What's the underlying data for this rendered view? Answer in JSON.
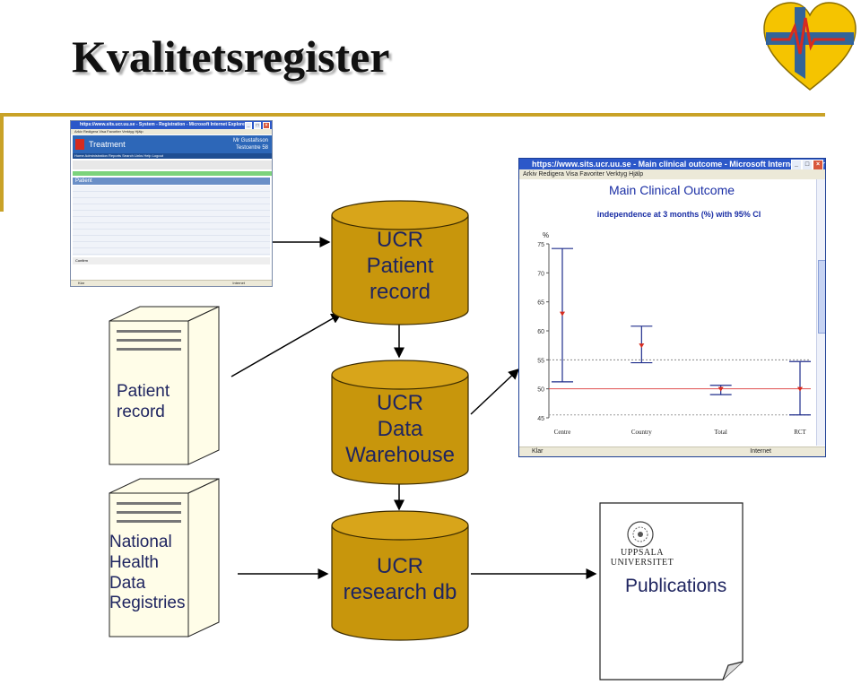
{
  "slide": {
    "title": "Kvalitetsregister"
  },
  "logo": {
    "icon": "heart-ecg-logo-icon",
    "colors": [
      "#f5c400",
      "#1e5aa8",
      "#d62b1f"
    ]
  },
  "colors": {
    "cylinder": "#c8960c",
    "rule": "#c9a227",
    "label": "#1f2560"
  },
  "databases": {
    "patient_record": "UCR\nPatient\nrecord",
    "data_warehouse": "UCR\nData\nWarehouse",
    "research_db": "UCR\nresearch db"
  },
  "servers": {
    "patient_record": "Patient\nrecord",
    "national_registries": "National\nHealth\nData\nRegistries"
  },
  "publication": {
    "university_line1": "UPPSALA",
    "university_line2": "UNIVERSITET",
    "label": "Publications"
  },
  "treatment_window": {
    "url": "https://www.sits.ucr.uu.se - System - Registration - Microsoft Internet Explorer",
    "menu": "Arkiv  Redigera  Visa  Favoriter  Verktyg  Hjälp",
    "app_title": "Treatment",
    "user_name": "Mr Gustafsson",
    "centre_name": "Testcentre 58",
    "nav": "Home   Administration   Reports   Search   Links   Help   Logout",
    "patient_header": "Patient",
    "footer_text": "Confirm",
    "status": "Klar",
    "zone": "Internet"
  },
  "chart_window": {
    "url": "https://www.sits.ucr.uu.se - Main clinical outcome - Microsoft Internet Explorer",
    "menu": "Arkiv  Redigera  Visa  Favoriter  Verktyg  Hjälp",
    "status": "Klar",
    "zone": "Internet"
  },
  "chart_data": {
    "type": "scatter",
    "title": "Main Clinical Outcome",
    "subtitle": "independence at 3 months (%) with 95% CI",
    "ylabel": "%",
    "ylim": [
      45,
      75
    ],
    "yticks": [
      45,
      50,
      55,
      60,
      65,
      70,
      75
    ],
    "categories": [
      "Centre",
      "Country",
      "Total",
      "RCT"
    ],
    "series": [
      {
        "values": [
          63,
          57.5,
          50,
          50
        ],
        "lower": [
          51.2,
          54.5,
          49,
          45.5
        ],
        "upper": [
          74.2,
          60.8,
          50.6,
          54.7
        ]
      }
    ],
    "reference_lines": [
      55,
      50,
      45.5
    ],
    "grid": false
  }
}
